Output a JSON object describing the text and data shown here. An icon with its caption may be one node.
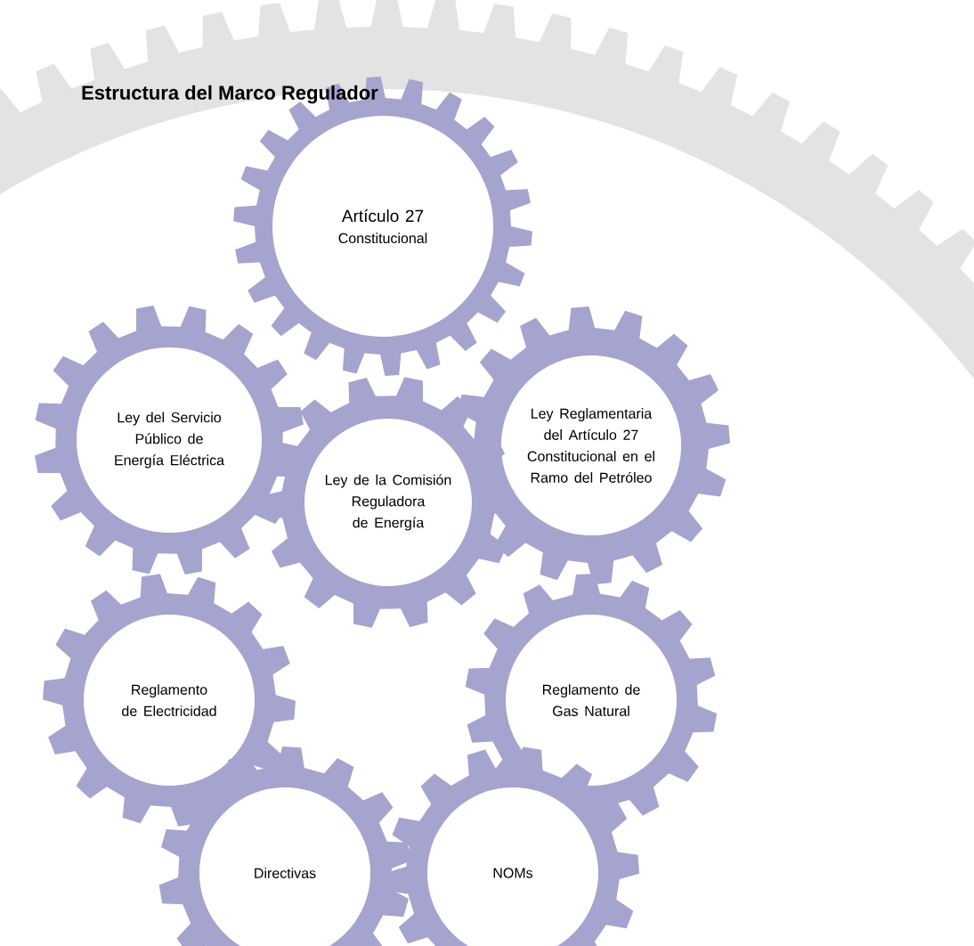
{
  "diagram": {
    "title": "Estructura del Marco Regulador",
    "nodes": [
      {
        "text": [
          "Artículo 27",
          "Constitucional"
        ]
      },
      {
        "text": [
          "Ley del Servicio Público de Energía Eléctrica"
        ]
      },
      {
        "text": [
          "Ley Reglamentaria del Artículo 27 Constitucional en el Ramo del Petróleo"
        ]
      },
      {
        "text": [
          "Ley de la Comisión Reguladora de Energía"
        ]
      },
      {
        "text": [
          "Reglamento de Electricidad"
        ]
      },
      {
        "text": [
          "Reglamento de Gas Natural"
        ]
      },
      {
        "text": [
          "Directivas"
        ]
      },
      {
        "text": [
          "NOMs"
        ]
      }
    ]
  }
}
